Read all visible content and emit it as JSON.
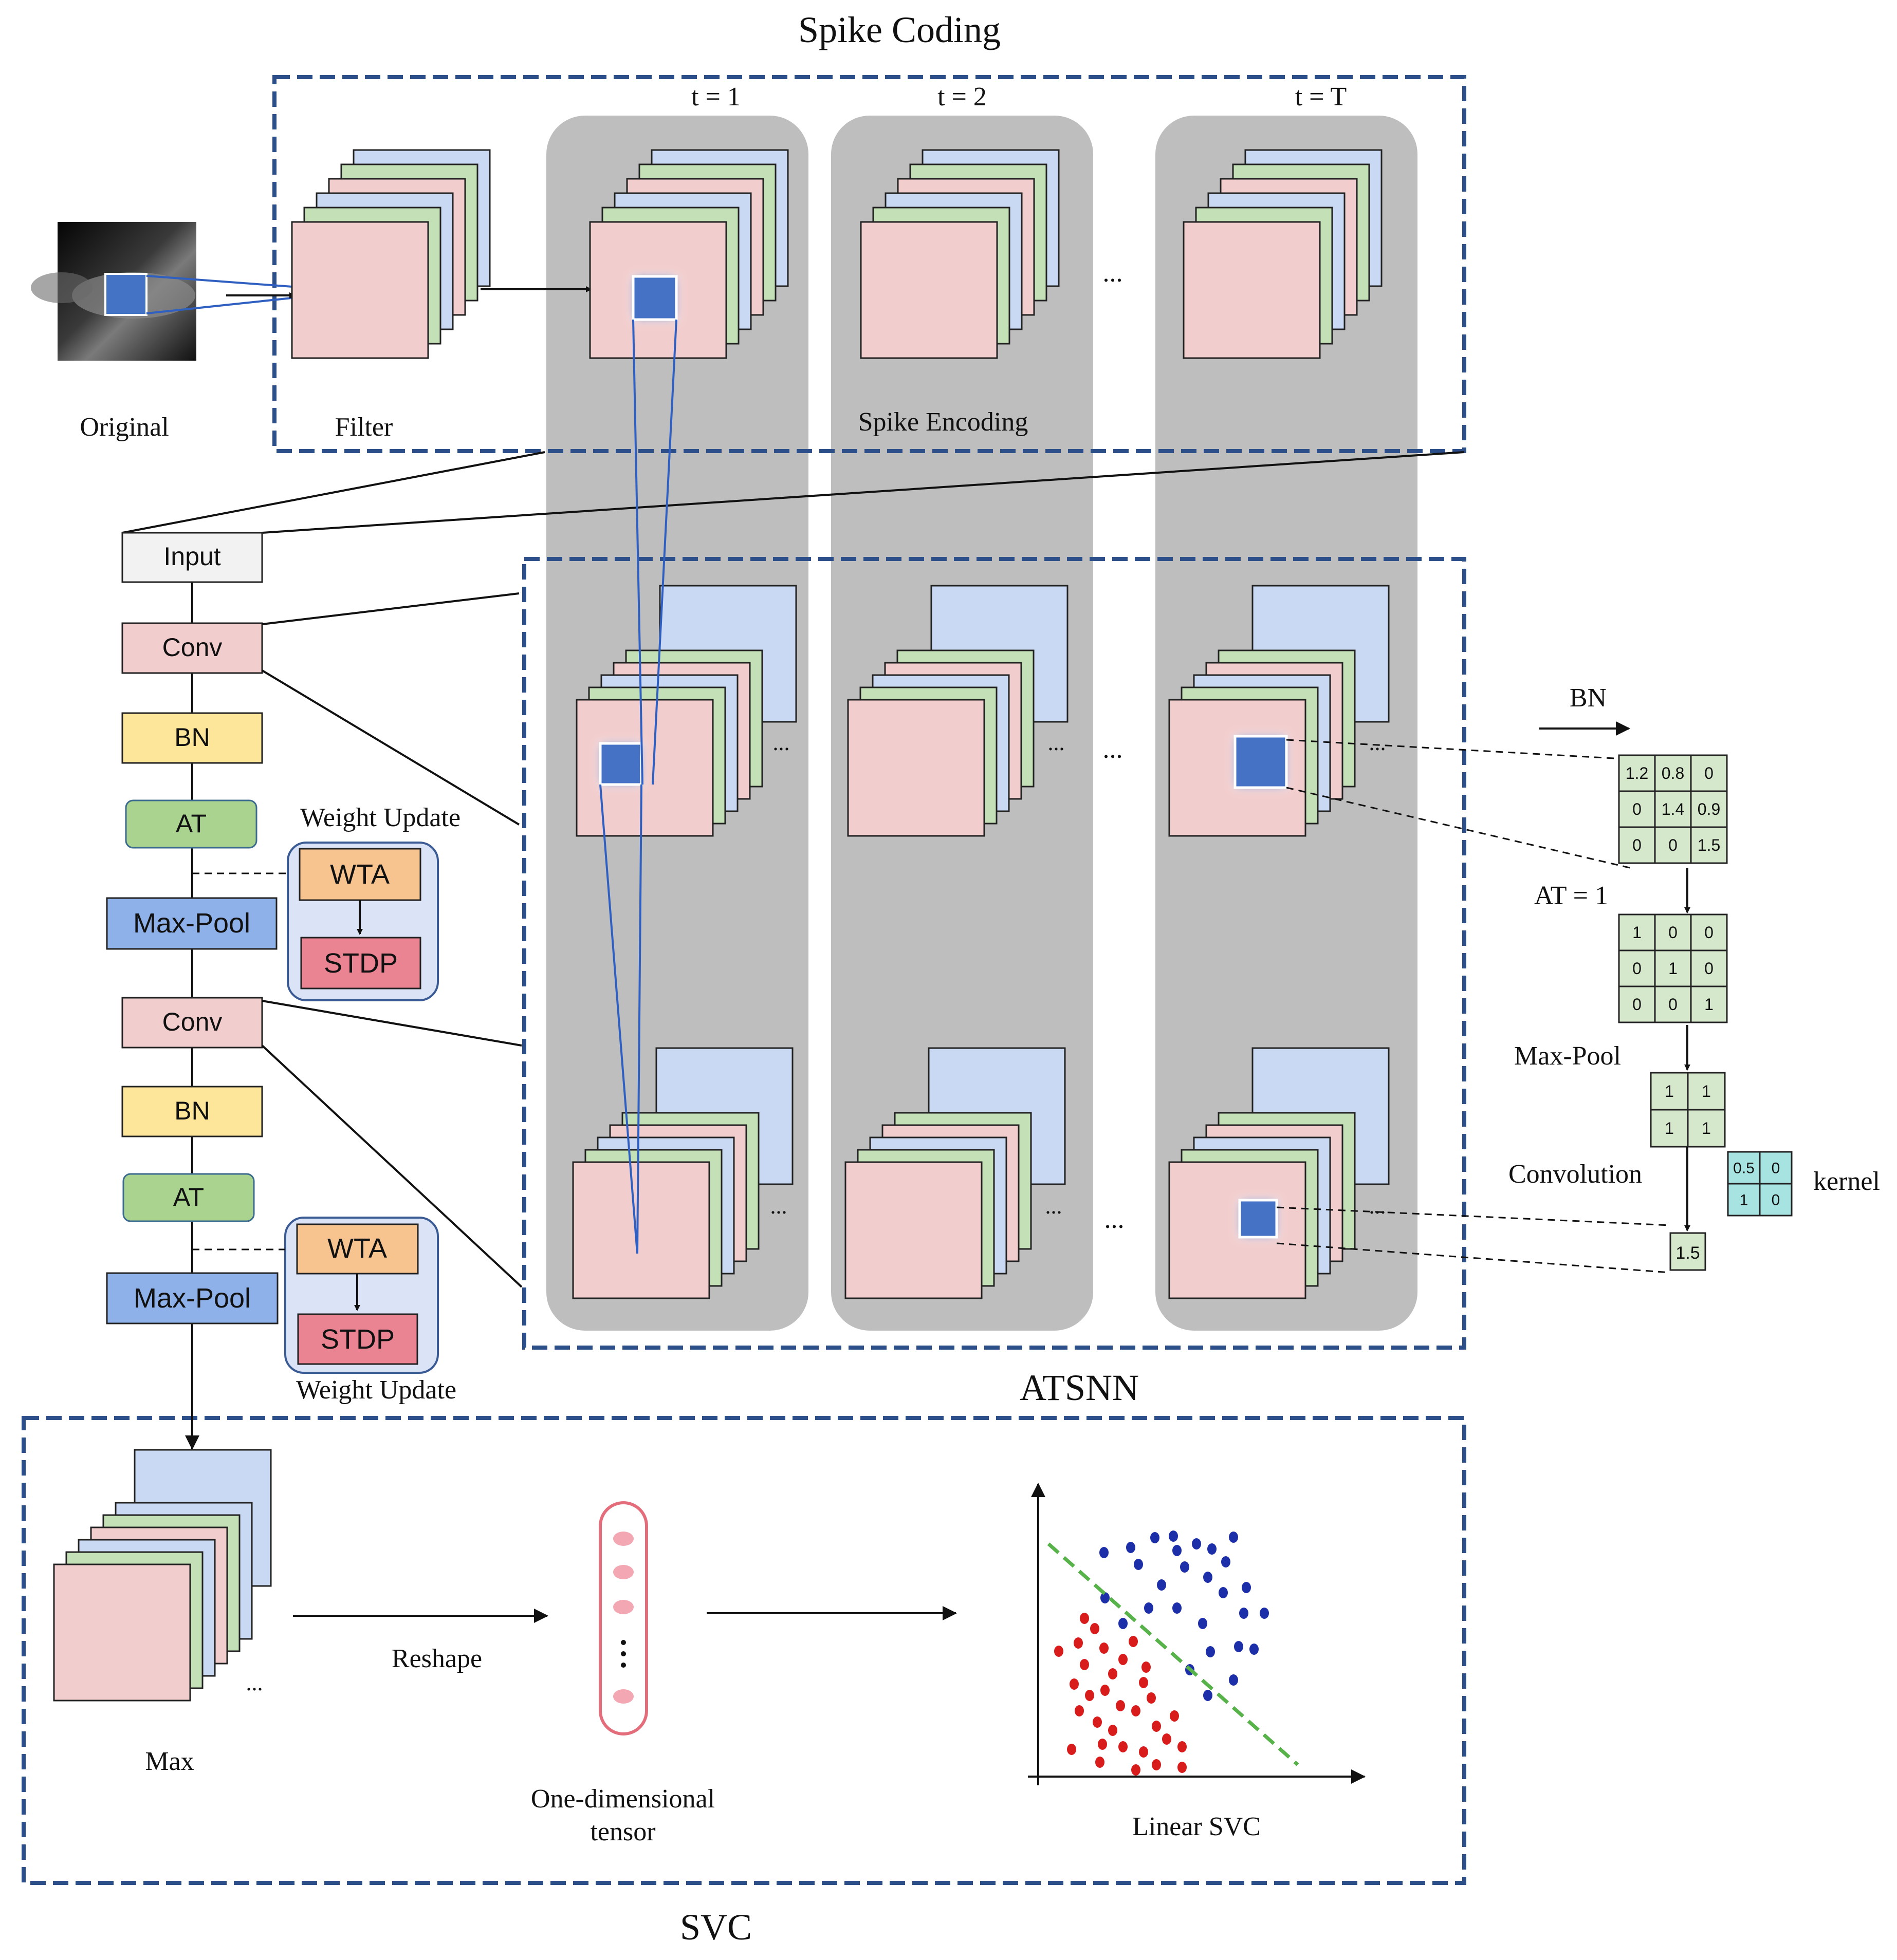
{
  "sections": {
    "spike_coding_title": "Spike Coding",
    "atsnn_title": "ATSNN",
    "svc_title": "SVC"
  },
  "spike_coding": {
    "original_label": "Original",
    "filter_label": "Filter",
    "encoding_label": "Spike Encoding",
    "time_labels": [
      "t = 1",
      "t = 2",
      "t = T"
    ],
    "ellipsis": "..."
  },
  "pipeline": {
    "input": "Input",
    "conv1": "Conv",
    "bn1": "BN",
    "at1": "AT",
    "maxpool1": "Max-Pool",
    "conv2": "Conv",
    "bn2": "BN",
    "at2": "AT",
    "maxpool2": "Max-Pool",
    "weight_update_1": {
      "title": "Weight Update",
      "wta": "WTA",
      "stdp": "STDP"
    },
    "weight_update_2": {
      "title": "Weight Update",
      "wta": "WTA",
      "stdp": "STDP"
    }
  },
  "example": {
    "bn_label": "BN",
    "at_label": "AT = 1",
    "maxpool_label": "Max-Pool",
    "conv_label": "Convolution",
    "kernel_label": "kernel",
    "bn_matrix": [
      [
        "1.2",
        "0.8",
        "0"
      ],
      [
        "0",
        "1.4",
        "0.9"
      ],
      [
        "0",
        "0",
        "1.5"
      ]
    ],
    "at_matrix": [
      [
        "1",
        "0",
        "0"
      ],
      [
        "0",
        "1",
        "0"
      ],
      [
        "0",
        "0",
        "1"
      ]
    ],
    "pool_matrix": [
      [
        "1",
        "1"
      ],
      [
        "1",
        "1"
      ]
    ],
    "kernel_matrix": [
      [
        "0.5",
        "0"
      ],
      [
        "1",
        "0"
      ]
    ],
    "conv_result": "1.5"
  },
  "svc": {
    "max_label": "Max",
    "reshape_label": "Reshape",
    "tensor_label_line1": "One-dimensional",
    "tensor_label_line2": "tensor",
    "classifier_label": "Linear SVC"
  },
  "colors": {
    "pink": "#f2cdcd",
    "green": "#c4e0b6",
    "blue": "#cad9f3",
    "dash_border": "#2c4f8a",
    "column_gray": "#bebebe",
    "highlight": "#4472c4",
    "red_points": "#d81c1c",
    "blue_points": "#1c2fa8"
  }
}
